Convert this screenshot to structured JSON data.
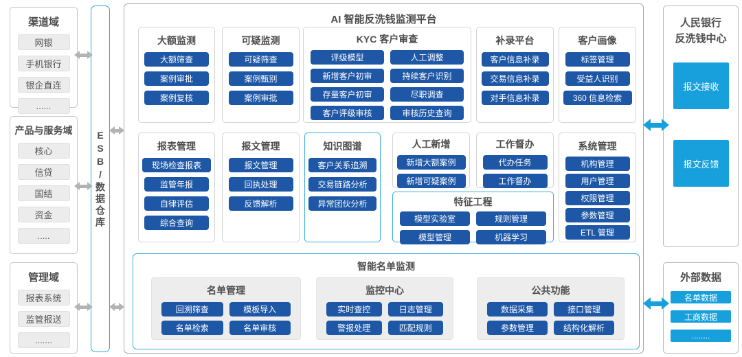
{
  "colors": {
    "primary_button_blue": "#1d57a6",
    "accent_cyan": "#18a0dc",
    "box_border_cyan": "#29a8e0",
    "arrow_gray": "#b3b3b3",
    "title_text": "#4d4d4d"
  },
  "left_panel": {
    "domains": [
      {
        "title": "渠道域",
        "items": [
          "网银",
          "手机银行",
          "银企直连",
          "......"
        ]
      },
      {
        "title": "产品与服务域",
        "items": [
          "核心",
          "信贷",
          "国结",
          "资金",
          "....."
        ]
      },
      {
        "title": "管理域",
        "items": [
          "报表系统",
          "监管报送",
          "......."
        ]
      }
    ]
  },
  "esb_bar": {
    "label": "ESB/数据仓库"
  },
  "platform": {
    "title": "AI 智能反洗钱监测平台",
    "modules": [
      {
        "title": "大额监测",
        "items": [
          "大额筛查",
          "案例审批",
          "案例复核"
        ]
      },
      {
        "title": "可疑监测",
        "items": [
          "可疑筛查",
          "案例甄别",
          "案例审批"
        ]
      },
      {
        "title": "KYC 客户审查",
        "items": [
          "评级模型",
          "人工调整",
          "新增客户初审",
          "持续客户识别",
          "存量客户初审",
          "尽职调查",
          "客户评级审核",
          "审核历史查询"
        ]
      },
      {
        "title": "补录平台",
        "items": [
          "客户信息补录",
          "交易信息补录",
          "对手信息补录"
        ]
      },
      {
        "title": "客户画像",
        "items": [
          "标签管理",
          "受益人识别",
          "360 信息检索"
        ]
      },
      {
        "title": "报表管理",
        "items": [
          "现场检查报表",
          "监管年报",
          "自律评估",
          "综合查询"
        ]
      },
      {
        "title": "报文管理",
        "items": [
          "报文管理",
          "回执处理",
          "反馈解析"
        ]
      },
      {
        "title": "知识图谱",
        "items": [
          "客户关系追溯",
          "交易链路分析",
          "异常团伙分析"
        ]
      },
      {
        "title": "人工新增",
        "items": [
          "新增大额案例",
          "新增可疑案例"
        ]
      },
      {
        "title": "工作督办",
        "items": [
          "代办任务",
          "工作督办"
        ]
      },
      {
        "title": "特征工程",
        "items": [
          "模型实验室",
          "规则管理",
          "模型管理",
          "机器学习"
        ]
      },
      {
        "title": "系统管理",
        "items": [
          "机构管理",
          "用户管理",
          "权限管理",
          "参数管理",
          "ETL 管理"
        ]
      }
    ],
    "list_monitor": {
      "title": "智能名单监测",
      "groups": [
        {
          "title": "名单管理",
          "items": [
            "回溯筛查",
            "模板导入",
            "名单检索",
            "名单审核"
          ]
        },
        {
          "title": "监控中心",
          "items": [
            "实时查控",
            "日志管理",
            "警报处理",
            "匹配规则"
          ]
        },
        {
          "title": "公共功能",
          "items": [
            "数据采集",
            "接口管理",
            "参数管理",
            "结构化解析"
          ]
        }
      ]
    }
  },
  "right_panel": {
    "pboc": {
      "title_line1": "人民银行",
      "title_line2": "反洗钱中心",
      "blocks": [
        "报文接收",
        "报文反馈"
      ]
    },
    "external": {
      "title": "外部数据",
      "items": [
        "名单数据",
        "工商数据",
        "........"
      ]
    }
  }
}
